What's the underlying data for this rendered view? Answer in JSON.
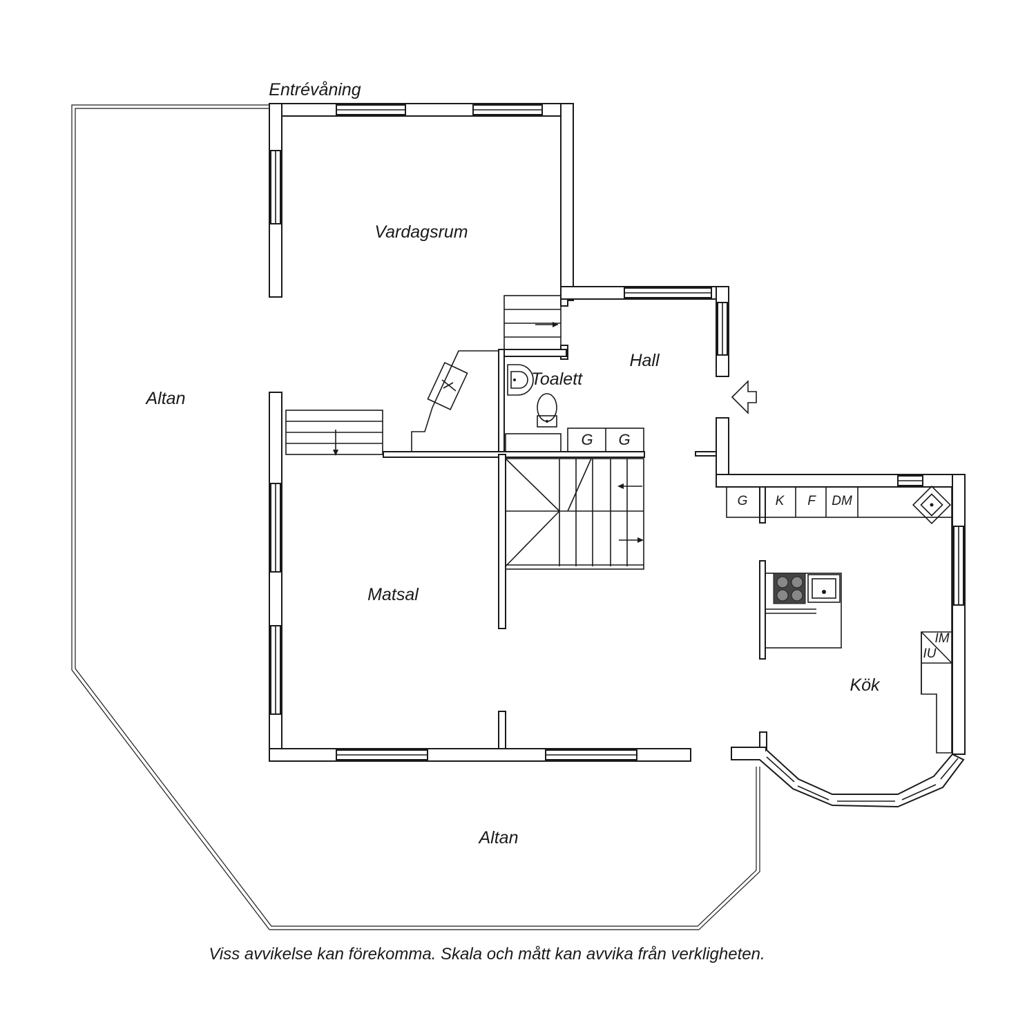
{
  "plan": {
    "floor_label": "Entrévåning",
    "rooms": {
      "vardagsrum": "Vardagsrum",
      "hall": "Hall",
      "toalett": "Toalett",
      "altan_west": "Altan",
      "matsal": "Matsal",
      "kok": "Kök",
      "altan_south": "Altan"
    },
    "fixtures": {
      "g1": "G",
      "g2": "G",
      "g3": "G",
      "k": "K",
      "f": "F",
      "dm": "DM",
      "im": "IM",
      "iu": "IU"
    },
    "disclaimer": "Viss avvikelse kan förekomma. Skala och mått kan avvika från verkligheten."
  },
  "colors": {
    "line": "#1a1a1a",
    "background": "#ffffff",
    "appliance": "#444444"
  }
}
